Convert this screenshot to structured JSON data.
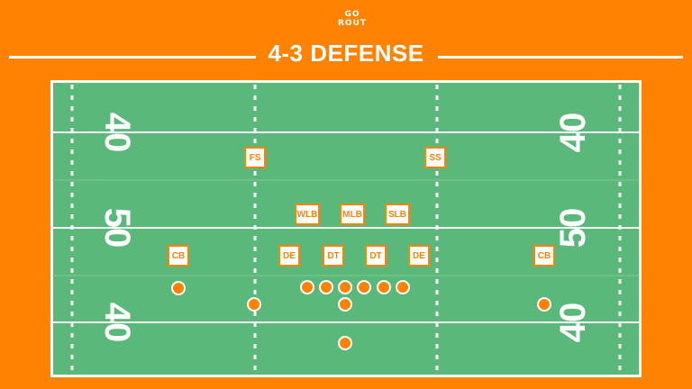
{
  "logo": {
    "line1": "GO",
    "line2": "ROUT"
  },
  "title": "4-3 DEFENSE",
  "colors": {
    "background": "#ff8200",
    "field": "#5ab87a",
    "lines": "#ffffff",
    "accent": "#ff8200"
  },
  "yard_numbers": {
    "top": "40",
    "middle": "50",
    "bottom": "40"
  },
  "defense": {
    "fs": "FS",
    "ss": "SS",
    "wlb": "WLB",
    "mlb": "MLB",
    "slb": "SLB",
    "cb_left": "CB",
    "de_left": "DE",
    "dt_left": "DT",
    "dt_right": "DT",
    "de_right": "DE",
    "cb_right": "CB"
  }
}
